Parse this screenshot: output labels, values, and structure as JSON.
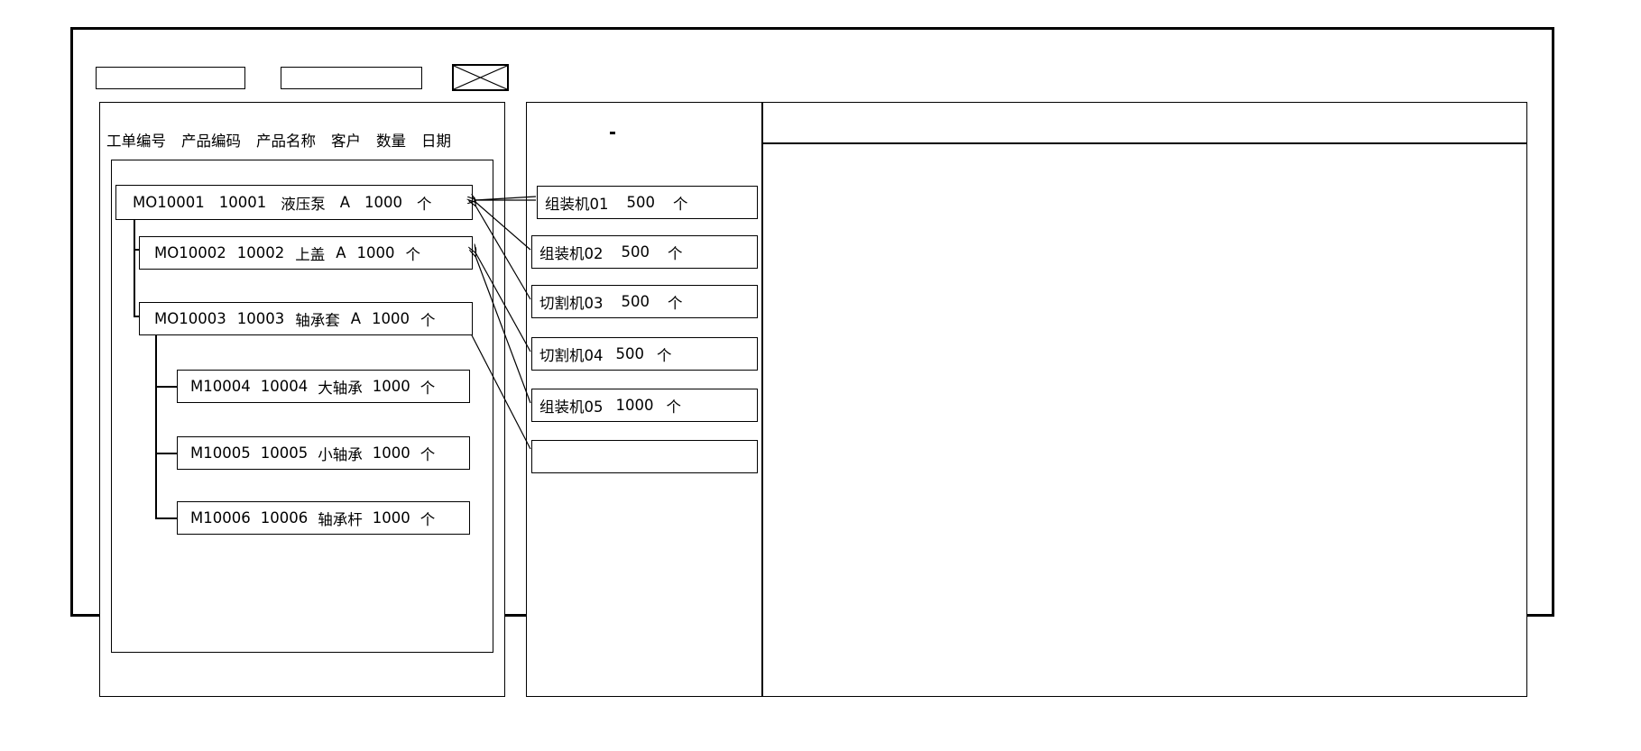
{
  "window": {
    "title": ""
  },
  "toolbar": {
    "field_1_value": "",
    "field_2_value": "",
    "placeholder_icon": "crossed-box-icon"
  },
  "left_panel": {
    "name": "work-order-list",
    "columns": [
      "工单编号",
      "产品编码",
      "产品名称",
      "客户",
      "数量",
      "日期"
    ],
    "rows": [
      {
        "level": 0,
        "order_no": "MO10001",
        "product_code": "10001",
        "product_name": "液压泵",
        "customer": "A",
        "quantity": "1000",
        "unit": "个",
        "date": ""
      },
      {
        "level": 1,
        "order_no": "MO10002",
        "product_code": "10002",
        "product_name": "上盖",
        "customer": "A",
        "quantity": "1000",
        "unit": "个",
        "date": ""
      },
      {
        "level": 1,
        "order_no": "MO10003",
        "product_code": "10003",
        "product_name": "轴承套",
        "customer": "A",
        "quantity": "1000",
        "unit": "个",
        "date": ""
      },
      {
        "level": 2,
        "order_no": "M10004",
        "product_code": "10004",
        "product_name": "大轴承",
        "customer": "",
        "quantity": "1000",
        "unit": "个",
        "date": ""
      },
      {
        "level": 2,
        "order_no": "M10005",
        "product_code": "10005",
        "product_name": "小轴承",
        "customer": "",
        "quantity": "1000",
        "unit": "个",
        "date": ""
      },
      {
        "level": 2,
        "order_no": "M10006",
        "product_code": "10006",
        "product_name": "轴承杆",
        "customer": "",
        "quantity": "1000",
        "unit": "个",
        "date": ""
      }
    ]
  },
  "middle_panel": {
    "name": "machine-schedule-list",
    "rows": [
      {
        "machine": "组装机01",
        "quantity": "500",
        "unit": "个"
      },
      {
        "machine": "组装机02",
        "quantity": "500",
        "unit": "个"
      },
      {
        "machine": "切割机03",
        "quantity": "500",
        "unit": "个"
      },
      {
        "machine": "切割机04",
        "quantity": "500",
        "unit": "个"
      },
      {
        "machine": "组装机05",
        "quantity": "1000",
        "unit": "个"
      },
      {
        "machine": "",
        "quantity": "",
        "unit": ""
      }
    ]
  },
  "right_panel": {
    "name": "detail-panel",
    "header_text": "",
    "body_text": ""
  },
  "colors": {
    "line": "#000000",
    "background": "#ffffff"
  }
}
